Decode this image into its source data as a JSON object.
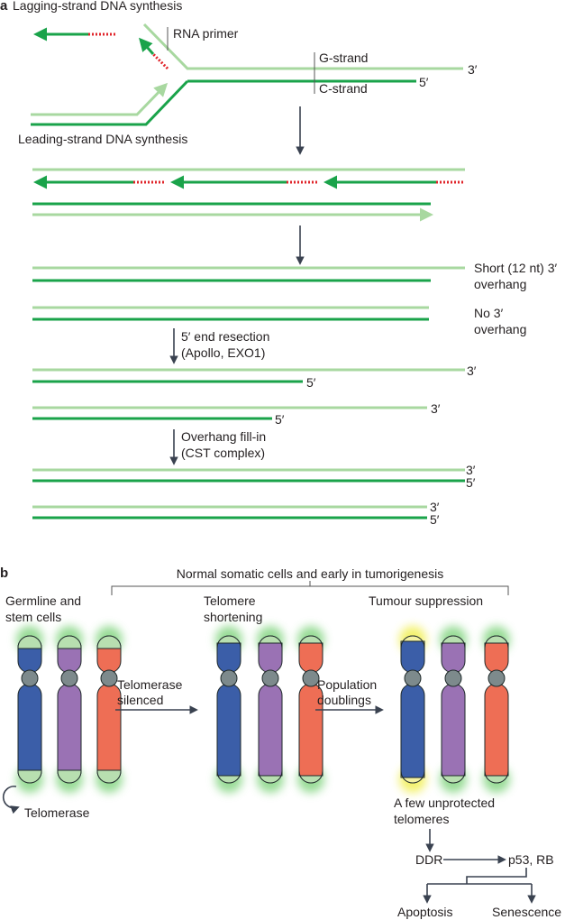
{
  "colors": {
    "light_strand": "#a8d8a0",
    "dark_strand": "#1aa34a",
    "rna_primer": "#e0242a",
    "arrow": "#3a4250",
    "glow": "#7ed37b",
    "glow_yellow": "#f0ee4a",
    "chrom_blue": "#3b5ea8",
    "chrom_purple": "#9a72b4",
    "chrom_orange": "#ee6e55",
    "centromere": "#7d8a8c",
    "telomere_cap": "#b8dfb0",
    "telomere_cap_damaged": "#f4f2a2"
  },
  "panel_a": {
    "letter": "a",
    "lagging_title": "Lagging-strand DNA synthesis",
    "leading_title": "Leading-strand DNA synthesis",
    "rna_primer": "RNA primer",
    "g_strand": "G-strand",
    "c_strand": "C-strand",
    "three_prime": "3′",
    "five_prime": "5′",
    "short_overhang_1": "Short (12 nt) 3′",
    "short_overhang_2": "overhang",
    "no_overhang_1": "No 3′",
    "no_overhang_2": "overhang",
    "resection_1": "5′ end resection",
    "resection_2": "(Apollo, EXO1)",
    "fillin_1": "Overhang fill-in",
    "fillin_2": "(CST complex)"
  },
  "panel_b": {
    "letter": "b",
    "bracket_label": "Normal somatic cells and early in tumorigenesis",
    "germline_1": "Germline and",
    "germline_2": "stem cells",
    "shortening_1": "Telomere",
    "shortening_2": "shortening",
    "suppression": "Tumour suppression",
    "silenced_1": "Telomerase",
    "silenced_2": "silenced",
    "doublings_1": "Population",
    "doublings_2": "doublings",
    "telomerase": "Telomerase",
    "unprotected_1": "A few unprotected",
    "unprotected_2": "telomeres",
    "ddr": "DDR",
    "p53": "p53, RB",
    "apoptosis": "Apoptosis",
    "senescence": "Senescence"
  }
}
